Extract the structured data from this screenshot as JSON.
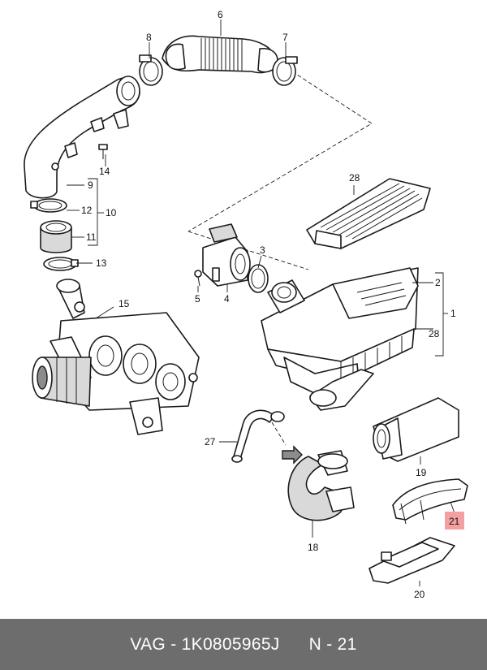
{
  "callouts": {
    "c1": "1",
    "c2": "2",
    "c3": "3",
    "c4": "4",
    "c5": "5",
    "c6": "6",
    "c7": "7",
    "c8": "8",
    "c9": "9",
    "c10": "10",
    "c11": "11",
    "c12": "12",
    "c13": "13",
    "c14": "14",
    "c15": "15",
    "c18": "18",
    "c19": "19",
    "c20": "20",
    "c21": "21",
    "c27": "27",
    "c28a": "28",
    "c28b": "28"
  },
  "highlight": {
    "callout": "21",
    "color": "#f4a0a0"
  },
  "footer": {
    "brand": "VAG",
    "separator": "-",
    "part_number": "1K0805965J",
    "position_label": "N - 21"
  },
  "colors": {
    "footer_bg": "#6d6d6d",
    "footer_text": "#ffffff",
    "line": "#1a1a1a"
  }
}
